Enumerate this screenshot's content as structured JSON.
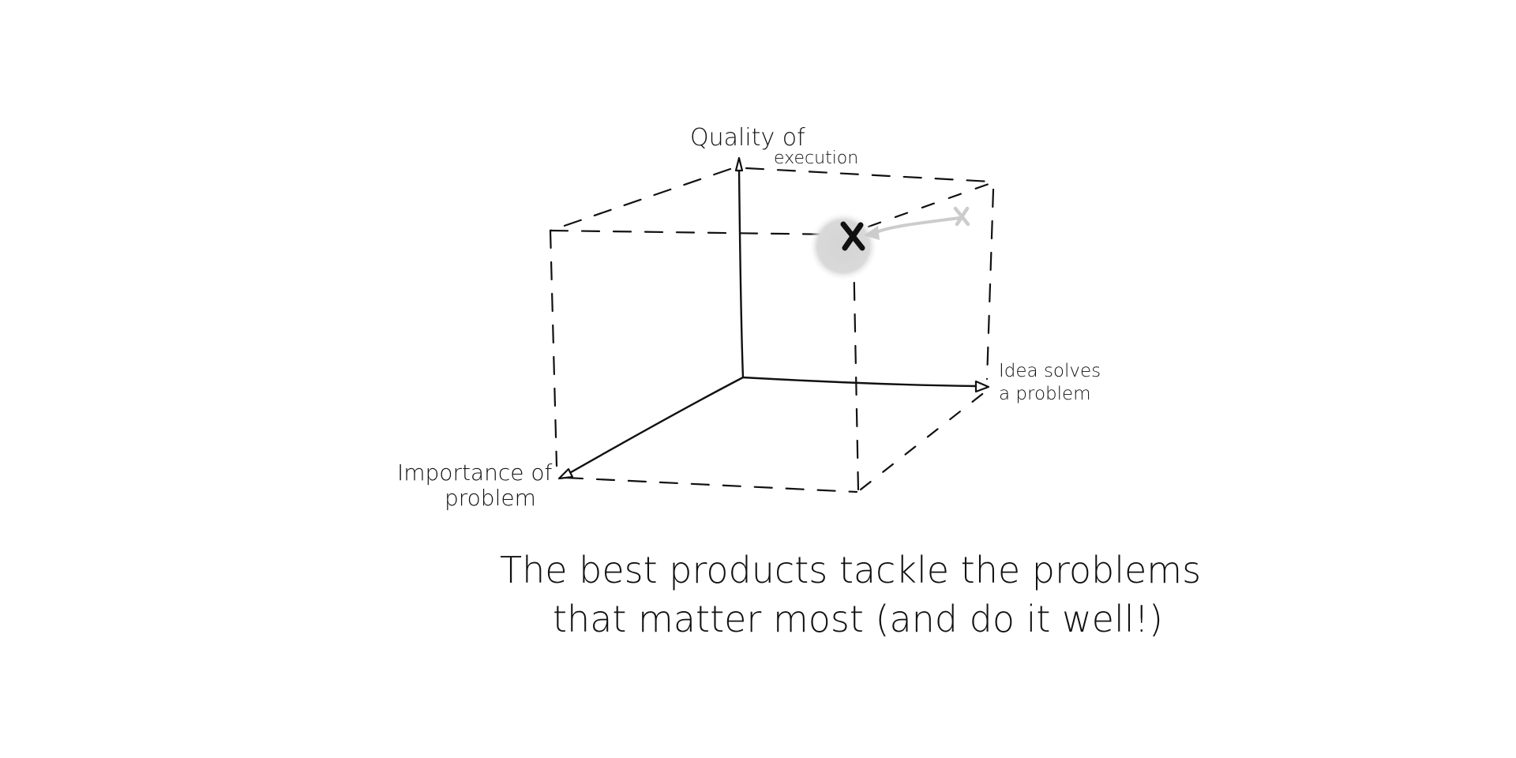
{
  "diagram": {
    "type": "3d-cube-axes",
    "axes": {
      "vertical": {
        "label_line1": "Quality of",
        "label_line2": "execution"
      },
      "horizontal": {
        "label_line1": "Idea solves",
        "label_line2": "a problem"
      },
      "depth": {
        "label_line1": "Importance of",
        "label_line2": "problem"
      }
    },
    "markers": {
      "target": {
        "glyph": "✕",
        "color": "#111111",
        "highlight_color": "#d6d6d6"
      },
      "previous": {
        "glyph": "✕",
        "color": "#cccccc"
      },
      "move_arrow_color": "#cccccc"
    },
    "caption": {
      "line1": "The best products tackle the problems",
      "line2": "that matter most (and do it well!)"
    }
  }
}
